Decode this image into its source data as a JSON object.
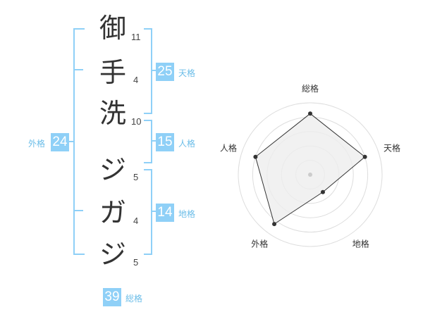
{
  "name": {
    "chars": [
      {
        "char": "御",
        "strokes": "11"
      },
      {
        "char": "手",
        "strokes": "4"
      },
      {
        "char": "洗",
        "strokes": "10"
      },
      {
        "char": "ジ",
        "strokes": "5"
      },
      {
        "char": "ガ",
        "strokes": "4"
      },
      {
        "char": "ジ",
        "strokes": "5"
      }
    ]
  },
  "kaku": {
    "tenkaku": {
      "value": "25",
      "label": "天格"
    },
    "jinkaku": {
      "value": "15",
      "label": "人格"
    },
    "chikaku": {
      "value": "14",
      "label": "地格"
    },
    "gaikaku": {
      "value": "24",
      "label": "外格"
    },
    "soukaku": {
      "value": "39",
      "label": "総格"
    }
  },
  "chart_data": {
    "type": "radar",
    "axes": [
      "総格",
      "天格",
      "地格",
      "外格",
      "人格"
    ],
    "values": [
      0.85,
      0.8,
      0.3,
      0.85,
      0.8
    ],
    "rings": 5,
    "colors": {
      "fill": "#eeeeee",
      "line": "#333333",
      "grid": "#dddddd",
      "center": "#cccccc"
    }
  }
}
